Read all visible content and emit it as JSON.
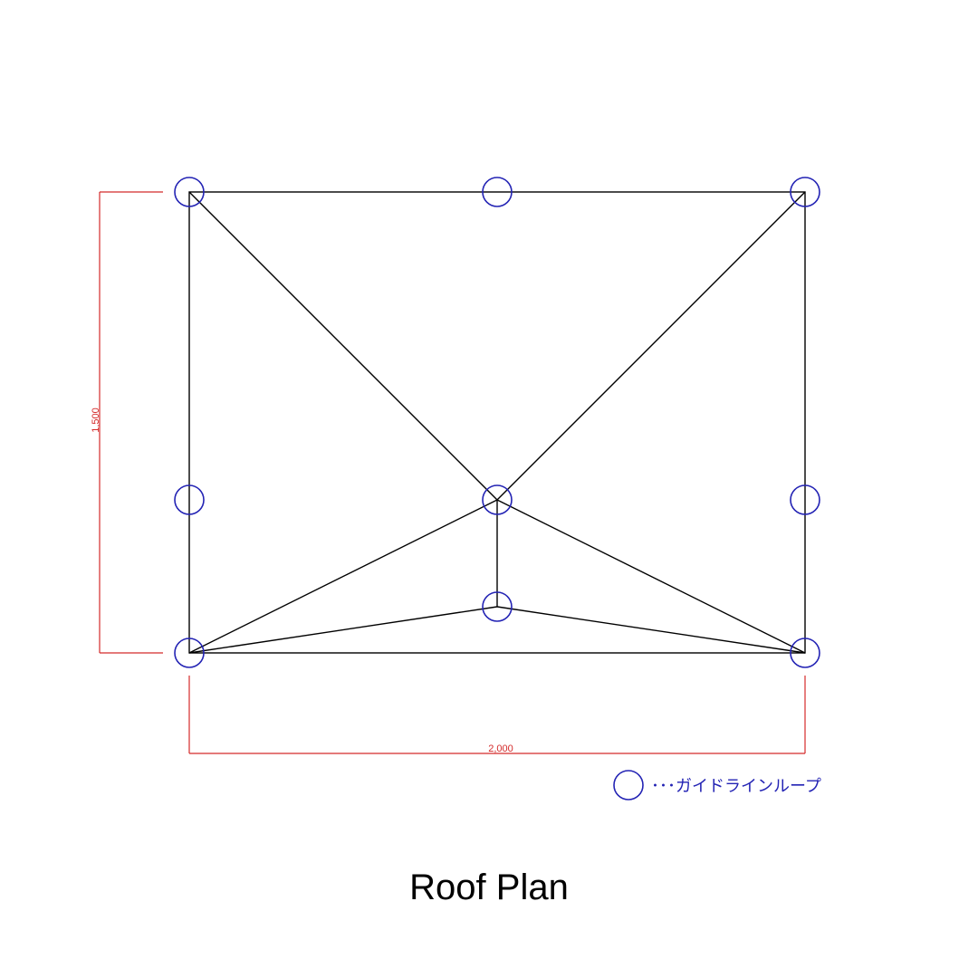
{
  "title": "Roof Plan",
  "dimensions": {
    "height_label": "1,500",
    "width_label": "2,000"
  },
  "legend": {
    "label": "･･･ガイドラインループ",
    "symbol": "circle-icon"
  },
  "colors": {
    "outline": "#000000",
    "dimension": "#d42a2a",
    "loop": "#2323b4",
    "title": "#000000"
  }
}
